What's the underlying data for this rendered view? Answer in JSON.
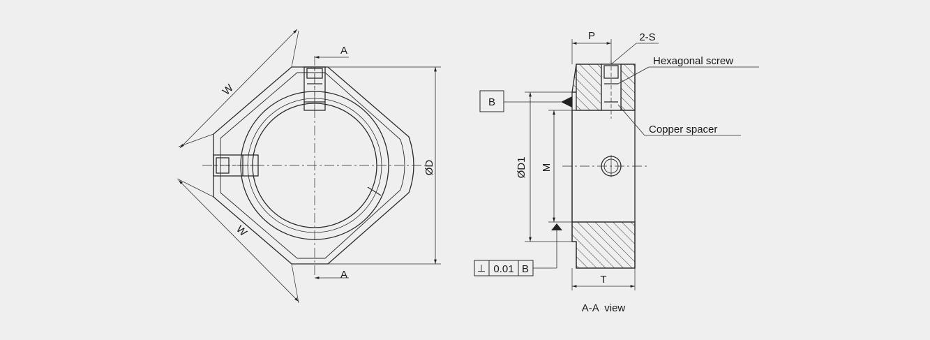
{
  "front_view": {
    "label_w_top": "W",
    "label_w_bottom": "W",
    "label_section_top": "A",
    "label_section_bottom": "A",
    "label_outer_diameter": "ØD"
  },
  "section_view": {
    "label_p": "P",
    "label_screw_count": "2-S",
    "label_hex_screw": "Hexagonal screw",
    "label_copper_spacer": "Copper spacer",
    "label_datum": "B",
    "label_d1": "ØD1",
    "label_m": "M",
    "label_t": "T",
    "tolerance_symbol": "⊥",
    "tolerance_value": "0.01",
    "tolerance_datum": "B",
    "view_caption": "A-A  view"
  }
}
